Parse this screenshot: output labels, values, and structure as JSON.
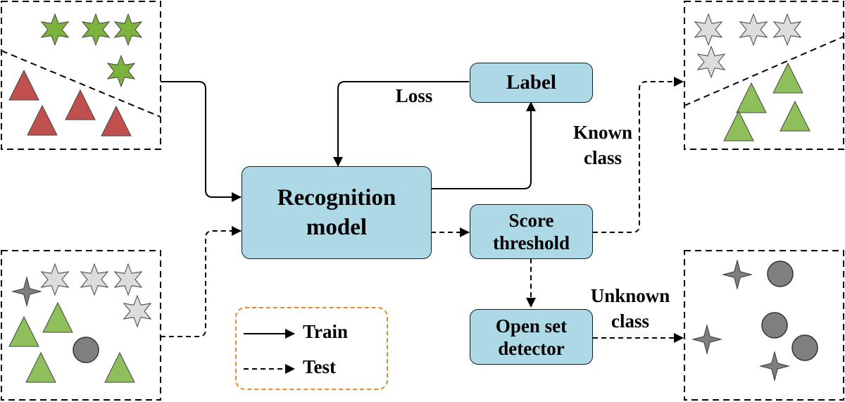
{
  "colors": {
    "box_fill": "#add8e6",
    "known_star": "#7bb33c",
    "train_triangle": "#c0504d",
    "test_star": "#dcdcdc",
    "known_triangle": "#8fbf5a",
    "unknown_shape": "#7f7f7f",
    "legend_border": "#e58a2a"
  },
  "nodes": {
    "recognition_model": "Recognition\nmodel",
    "label": "Label",
    "score_threshold": "Score\nthreshold",
    "open_set_detector": "Open set\ndetector"
  },
  "edge_labels": {
    "loss": "Loss",
    "known_class": "Known\nclass",
    "unknown_class": "Unknown\nclass"
  },
  "legend": {
    "train": "Train",
    "test": "Test"
  }
}
